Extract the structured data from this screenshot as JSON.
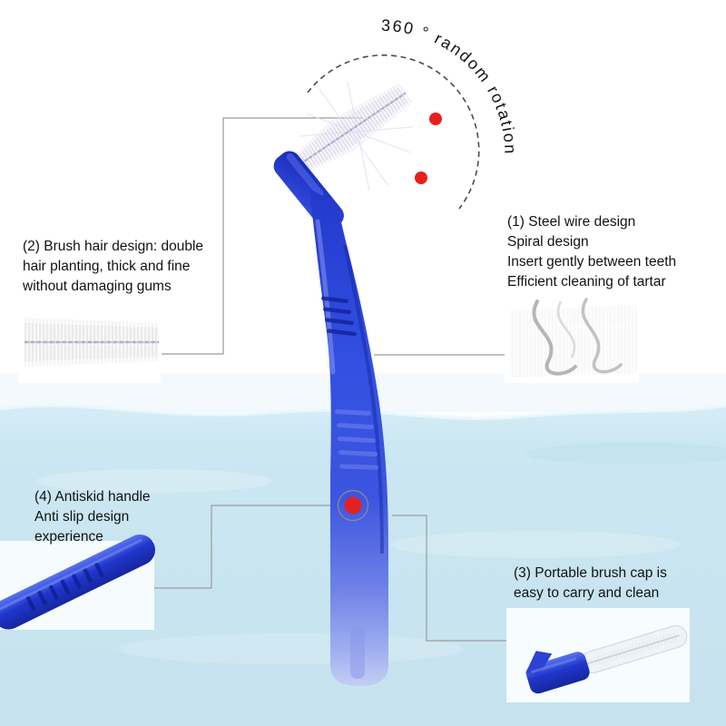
{
  "product": {
    "rotation_label": "360 ° random rotation"
  },
  "callouts": {
    "steel_wire": {
      "lines": [
        "(1) Steel wire design",
        "Spiral design",
        "Insert gently between teeth",
        "Efficient cleaning of tartar"
      ]
    },
    "brush_hair": {
      "lines": [
        "(2) Brush hair design: double",
        "hair planting, thick and fine",
        "without damaging gums"
      ]
    },
    "portable_cap": {
      "lines": [
        "(3) Portable brush cap is",
        "easy to carry and clean"
      ]
    },
    "antiskid": {
      "lines": [
        "(4) Antiskid handle",
        "Anti slip design",
        "experience"
      ]
    }
  },
  "colors": {
    "brush_blue": "#2b41d2",
    "marker_red": "#e6201d",
    "water_blue": "#c9e5f0",
    "leader_line_gray": "#9b9b9b",
    "text_black": "#121212"
  }
}
